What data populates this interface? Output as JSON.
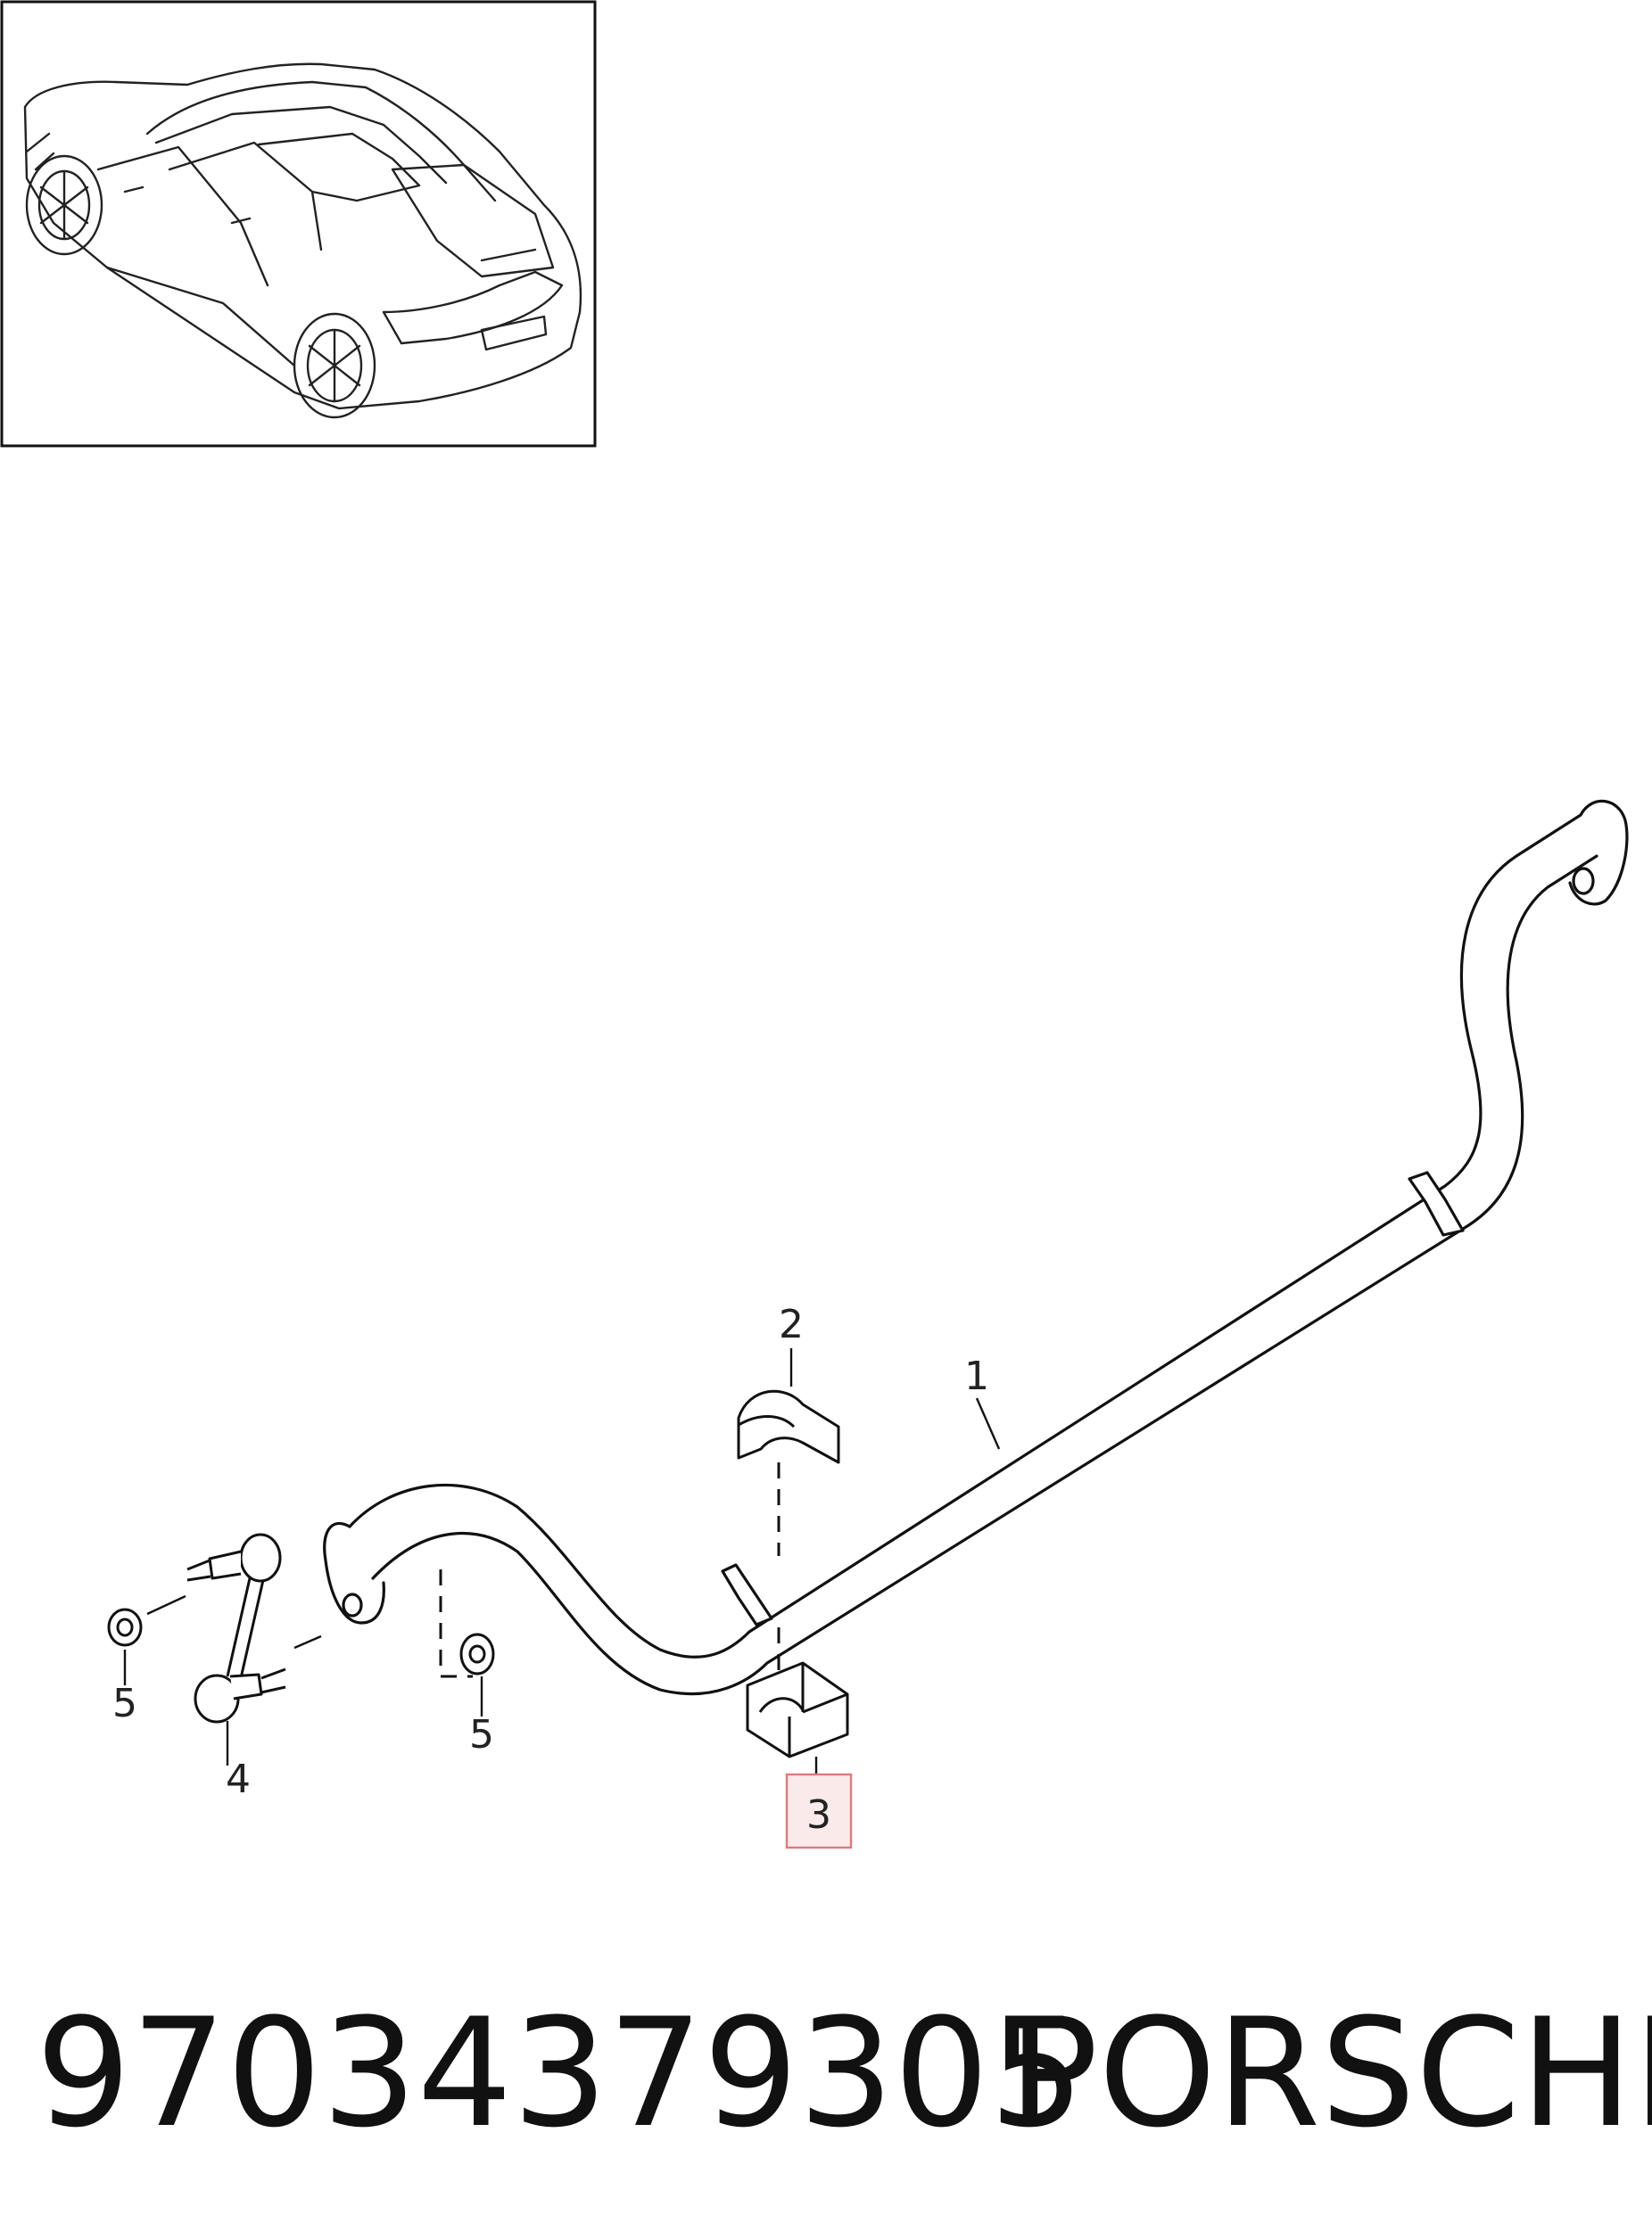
{
  "callouts": {
    "c1": "1",
    "c2": "2",
    "c3": "3",
    "c4": "4",
    "c5_left": "5",
    "c5_mid": "5"
  },
  "highlight_color": "#e07a7a",
  "footer": {
    "part_number": "97034379305",
    "brand": "PORSCHE"
  }
}
